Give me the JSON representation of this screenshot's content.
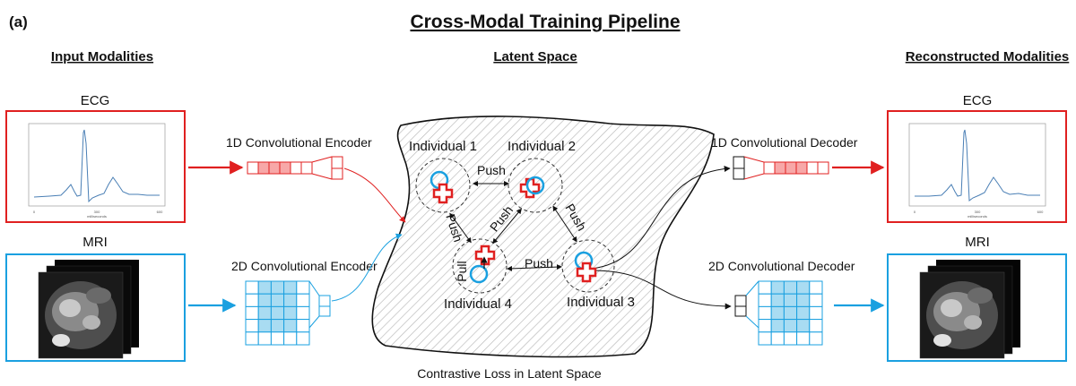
{
  "panel_label": "(a)",
  "title": "Cross-Modal Training Pipeline",
  "headings": {
    "input": "Input Modalities",
    "latent": "Latent Space",
    "output": "Reconstructed Modalities"
  },
  "modalities": {
    "ecg": "ECG",
    "mri": "MRI"
  },
  "ecg_axis": {
    "ticks": [
      "0",
      "300",
      "600"
    ],
    "xlabel": "milliseconds"
  },
  "components": {
    "enc1d": "1D Convolutional Encoder",
    "enc2d": "2D Convolutional Encoder",
    "dec1d": "1D Convolutional Decoder",
    "dec2d": "2D Convolutional Decoder"
  },
  "individuals": [
    "Individual 1",
    "Individual 2",
    "Individual 3",
    "Individual 4"
  ],
  "relations": {
    "push": "Push",
    "pull": "Pull"
  },
  "caption": "Contrastive Loss in Latent Space",
  "colors": {
    "ecg": "#e02020",
    "ecg_fill": "#f7a8a8",
    "mri": "#1aa0e0",
    "mri_fill": "#a9dcf2",
    "ecg_trace": "#4a7fb5"
  }
}
